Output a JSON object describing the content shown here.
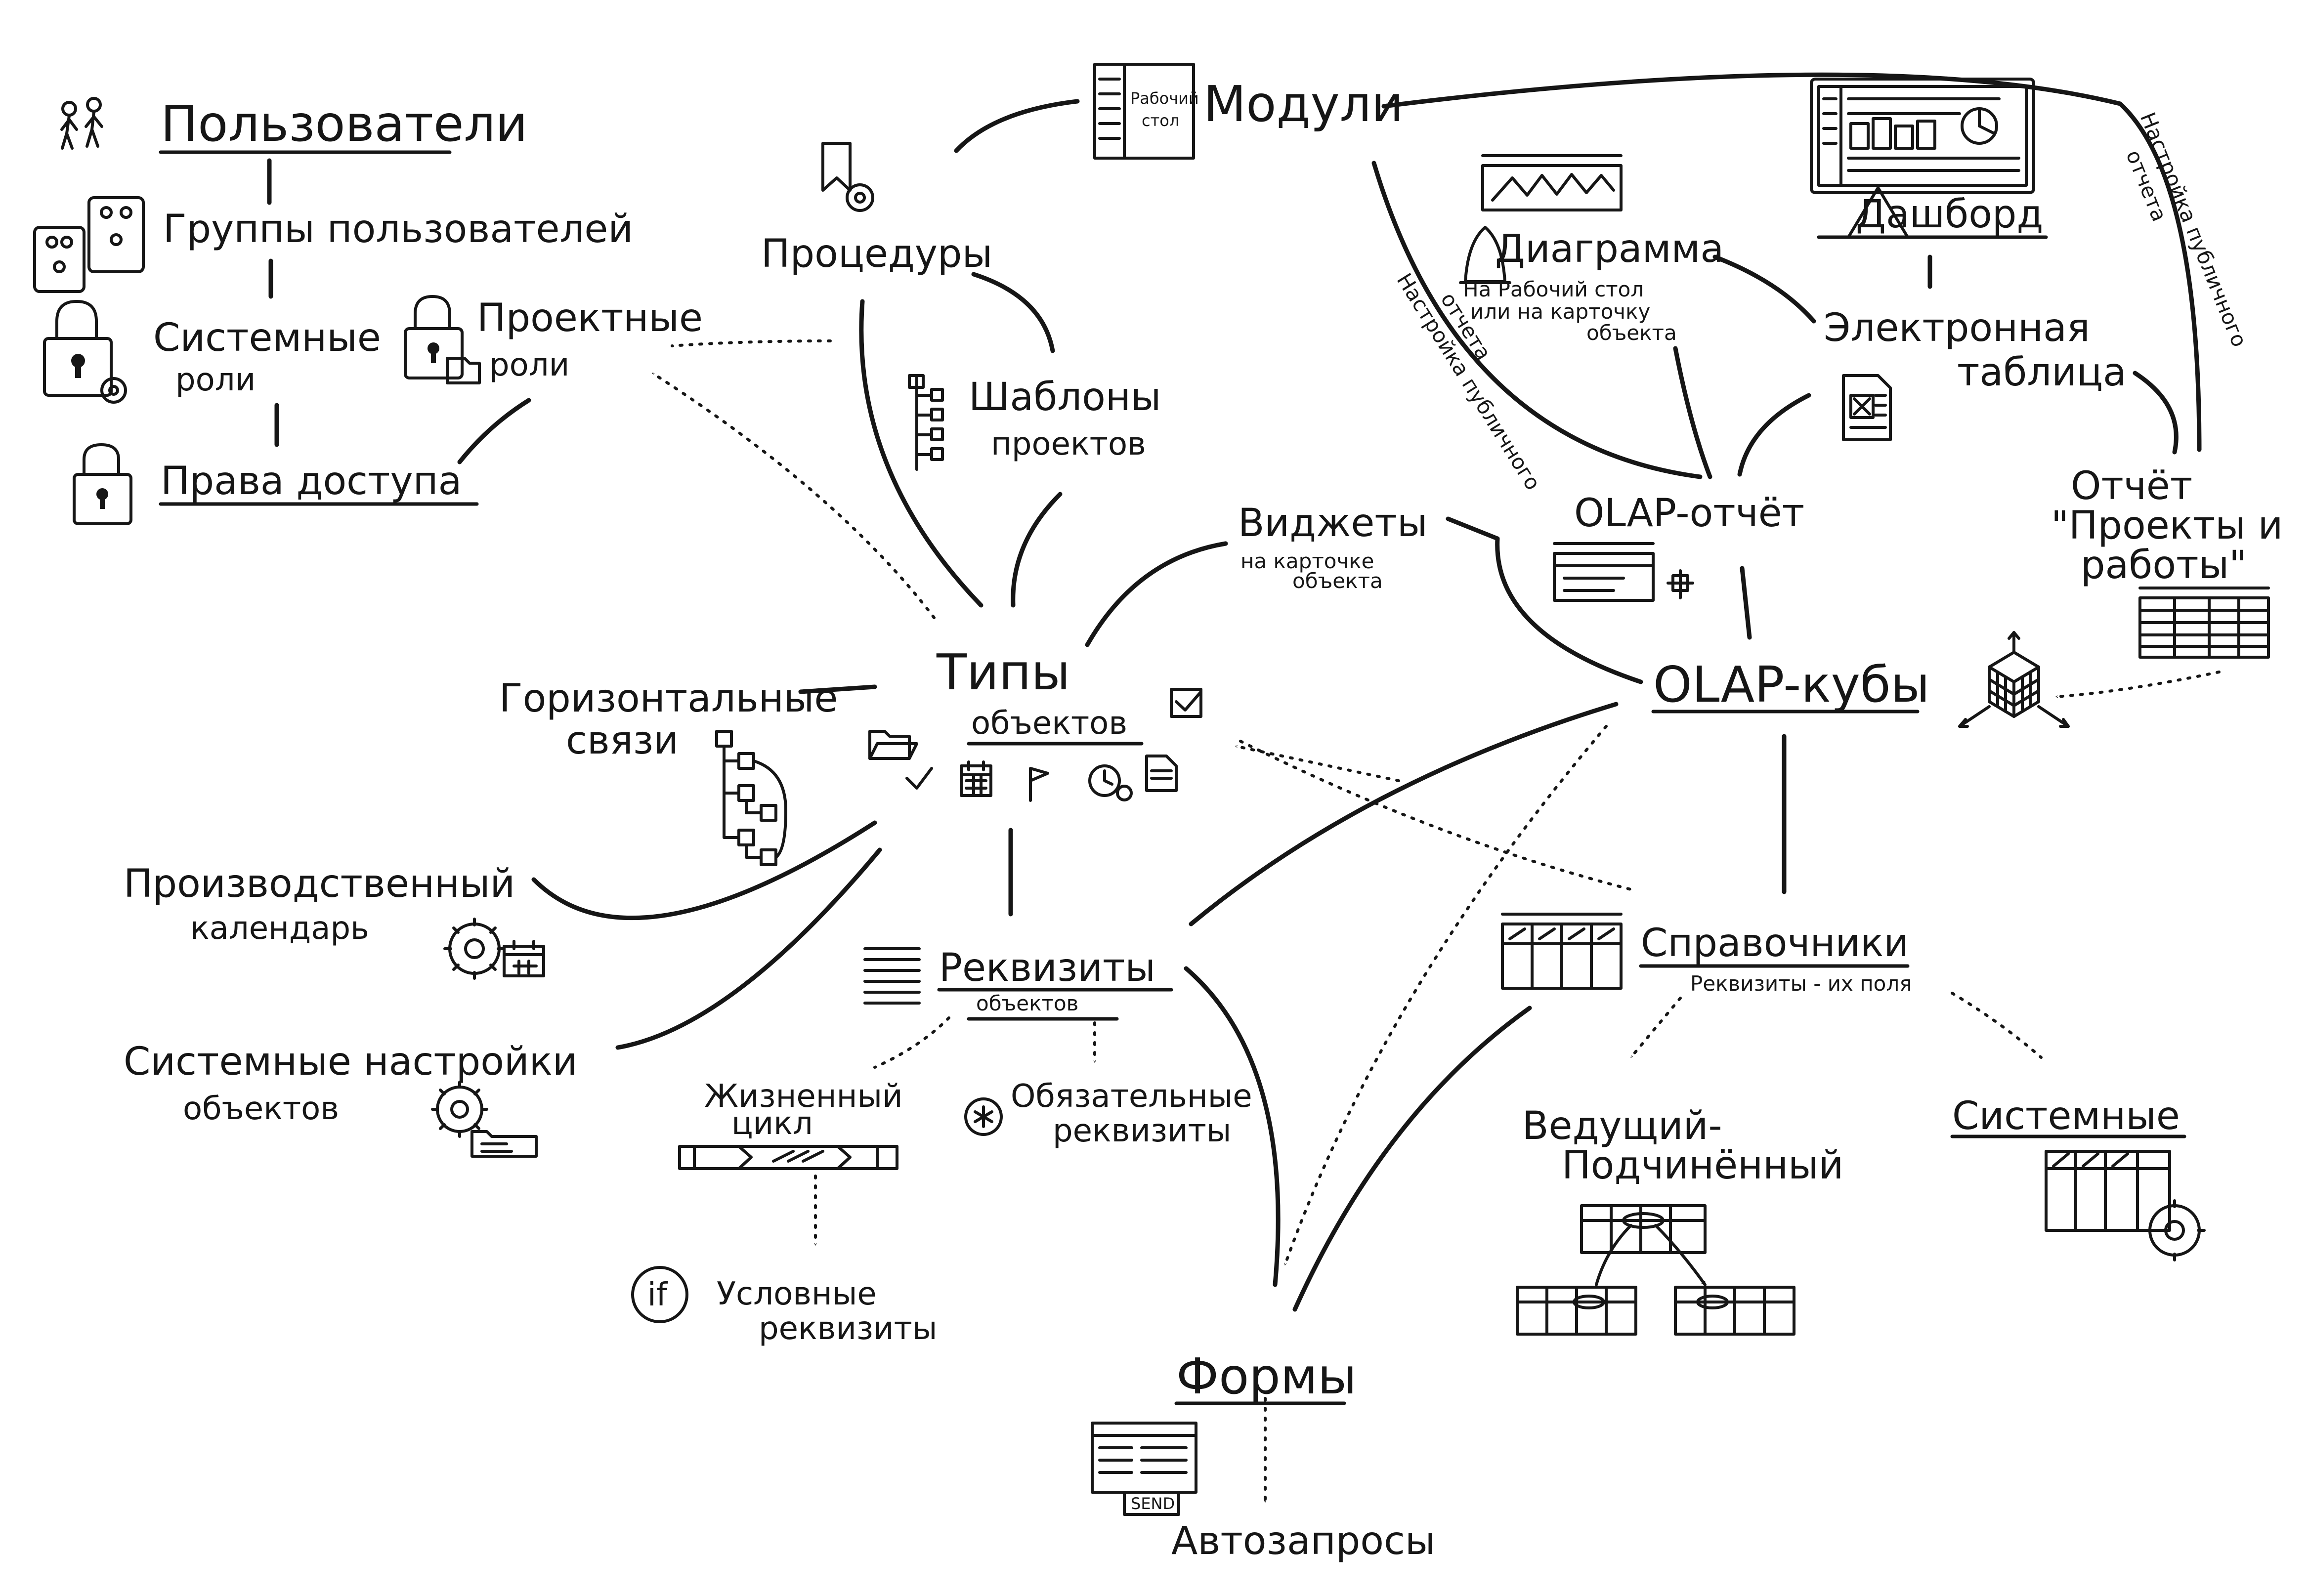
{
  "nodes": {
    "users": "Пользователи",
    "user_groups": "Группы пользователей",
    "system_roles_1": "Системные",
    "system_roles_2": "роли",
    "project_roles_1": "Проектные",
    "project_roles_2": "роли",
    "access_rights": "Права доступа",
    "modules": "Модули",
    "desktop_icon_1": "Рабочий",
    "desktop_icon_2": "стол",
    "procedures": "Процедуры",
    "project_templates_1": "Шаблоны",
    "project_templates_2": "проектов",
    "diagram_title": "Диаграмма",
    "diagram_sub_1": "На Рабочий стол",
    "diagram_sub_2": "или на карточку",
    "diagram_sub_3": "объекта",
    "dashboard": "Дашборд",
    "spreadsheet_1": "Электронная",
    "spreadsheet_2": "таблица",
    "public_report_1": "Настройка публичного",
    "public_report_2": "отчета",
    "olap_report": "OLAP-отчёт",
    "report_projects_1": "Отчёт",
    "report_projects_2": "\"Проекты и",
    "report_projects_3": "работы\"",
    "widgets": "Виджеты",
    "widgets_sub_1": "на карточке",
    "widgets_sub_2": "объекта",
    "object_types_1": "Типы",
    "object_types_2": "объектов",
    "olap_cubes": "OLAP-кубы",
    "horizontal_links_1": "Горизонтальные",
    "horizontal_links_2": "связи",
    "production_calendar_1": "Производственный",
    "production_calendar_2": "календарь",
    "system_settings_1": "Системные настройки",
    "system_settings_2": "объектов",
    "requisites_1": "Реквизиты",
    "requisites_2": "объектов",
    "directories": "Справочники",
    "directories_sub": "Реквизиты - их поля",
    "lifecycle_1": "Жизненный",
    "lifecycle_2": "цикл",
    "mandatory_1": "Обязательные",
    "mandatory_2": "реквизиты",
    "conditional_1": "Условные",
    "conditional_2": "реквизиты",
    "if_icon": "if",
    "leading_1": "Ведущий-",
    "leading_2": "Подчинённый",
    "system_dirs": "Системные",
    "forms": "Формы",
    "send_button": "SEND",
    "autorequests": "Автозапросы"
  }
}
